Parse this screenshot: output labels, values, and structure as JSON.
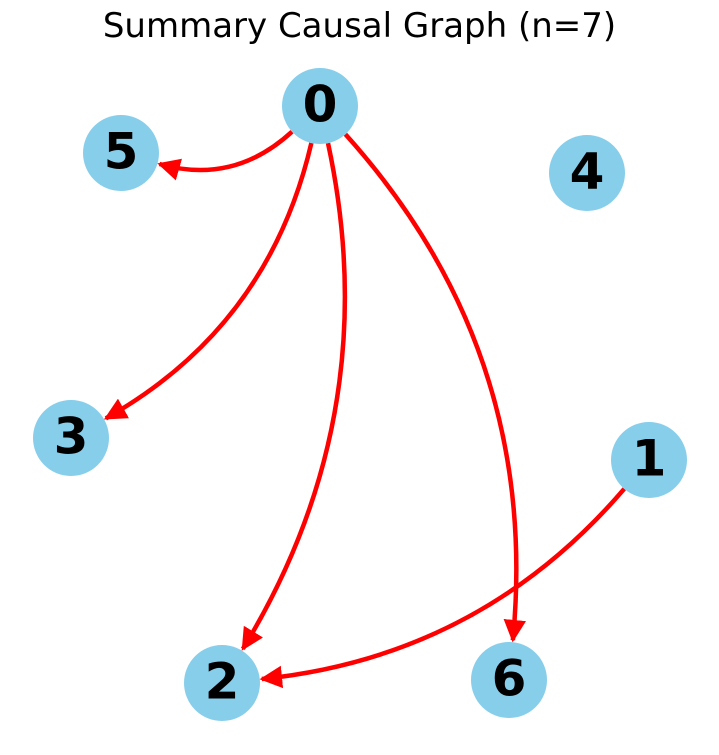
{
  "title": "Summary Causal Graph (n=7)",
  "colors": {
    "node_fill": "#87CEEB",
    "edge": "#FF0000",
    "label": "#000000"
  },
  "nodes": [
    {
      "id": "0",
      "label": "0"
    },
    {
      "id": "1",
      "label": "1"
    },
    {
      "id": "2",
      "label": "2"
    },
    {
      "id": "3",
      "label": "3"
    },
    {
      "id": "4",
      "label": "4"
    },
    {
      "id": "5",
      "label": "5"
    },
    {
      "id": "6",
      "label": "6"
    }
  ],
  "edges": [
    {
      "from": "0",
      "to": "5"
    },
    {
      "from": "0",
      "to": "3"
    },
    {
      "from": "0",
      "to": "2"
    },
    {
      "from": "0",
      "to": "6"
    },
    {
      "from": "1",
      "to": "2"
    }
  ]
}
